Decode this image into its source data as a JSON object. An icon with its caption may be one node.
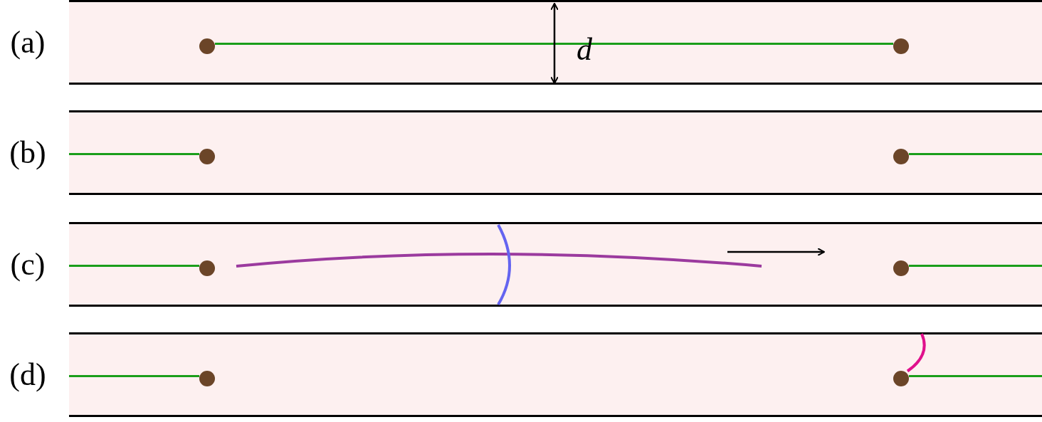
{
  "diagram": {
    "nodes": [
      {
        "text": [
          "(a)"
        ]
      },
      {
        "text": [],
        "shape": "circle",
        "in": 0
      },
      {
        "text": [],
        "shape": "circle",
        "in": 0
      },
      {
        "text": [
          "(b)"
        ]
      },
      {
        "text": [],
        "shape": "circle",
        "in": 3
      },
      {
        "text": [],
        "shape": "circle",
        "in": 3
      },
      {
        "text": [
          "(c)"
        ]
      },
      {
        "text": [],
        "shape": "circle",
        "in": 6
      },
      {
        "text": [],
        "shape": "circle",
        "in": 6
      },
      {
        "text": [
          "(d)"
        ]
      },
      {
        "text": [],
        "shape": "circle",
        "in": 9
      },
      {
        "text": [],
        "shape": "circle",
        "in": 9
      }
    ],
    "edges": [
      {
        "from": 1,
        "to": 2,
        "arrow": "none"
      },
      {
        "from": null,
        "to": 4,
        "arrow": "none"
      },
      {
        "from": 5,
        "to": null,
        "arrow": "none"
      },
      {
        "from": null,
        "to": 7,
        "arrow": "none"
      },
      {
        "from": 8,
        "to": null,
        "arrow": "none"
      },
      {
        "from": null,
        "to": 10,
        "arrow": "none"
      },
      {
        "from": 11,
        "to": null,
        "arrow": "none"
      },
      {
        "from": 11,
        "to": 9,
        "arrow": "none",
        "color": "#e0108c"
      }
    ],
    "labels": [
      "d"
    ]
  }
}
